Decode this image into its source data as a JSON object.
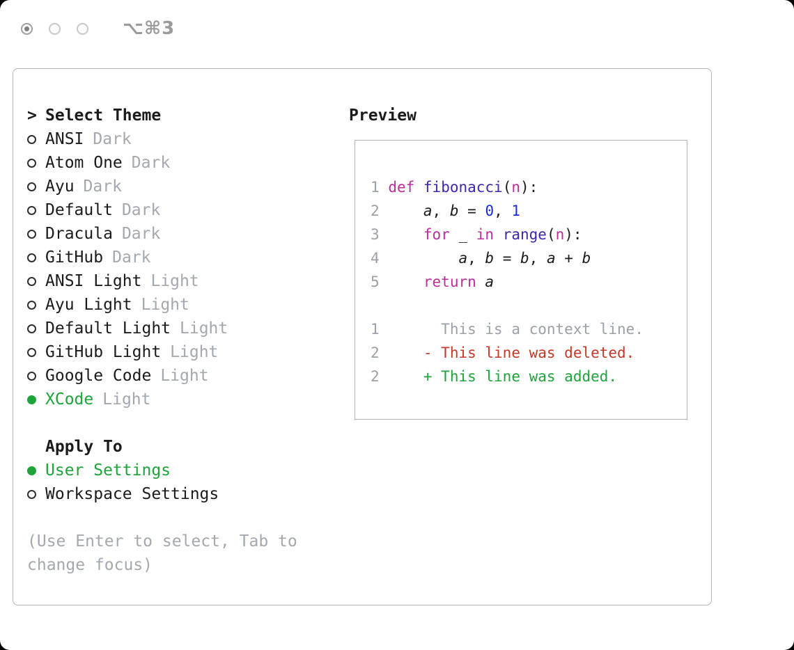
{
  "window": {
    "shortcut": "⌥⌘3"
  },
  "theme_picker": {
    "prompt": ">",
    "title": "Select Theme",
    "items": [
      {
        "name": "ANSI",
        "variant": "Dark",
        "selected": false
      },
      {
        "name": "Atom One",
        "variant": "Dark",
        "selected": false
      },
      {
        "name": "Ayu",
        "variant": "Dark",
        "selected": false
      },
      {
        "name": "Default",
        "variant": "Dark",
        "selected": false
      },
      {
        "name": "Dracula",
        "variant": "Dark",
        "selected": false
      },
      {
        "name": "GitHub",
        "variant": "Dark",
        "selected": false
      },
      {
        "name": "ANSI Light",
        "variant": "Light",
        "selected": false
      },
      {
        "name": "Ayu Light",
        "variant": "Light",
        "selected": false
      },
      {
        "name": "Default Light",
        "variant": "Light",
        "selected": false
      },
      {
        "name": "GitHub Light",
        "variant": "Light",
        "selected": false
      },
      {
        "name": "Google Code",
        "variant": "Light",
        "selected": false
      },
      {
        "name": "XCode",
        "variant": "Light",
        "selected": true
      }
    ]
  },
  "apply_to": {
    "title": "Apply To",
    "options": [
      {
        "label": "User Settings",
        "selected": true
      },
      {
        "label": "Workspace Settings",
        "selected": false
      }
    ]
  },
  "hint_lines": [
    "(Use Enter to select, Tab to",
    "change focus)"
  ],
  "preview": {
    "title": "Preview",
    "code_lines": [
      {
        "num": "1",
        "tokens": [
          [
            "def",
            "kw"
          ],
          [
            " ",
            "pl"
          ],
          [
            "fibonacci",
            "fn"
          ],
          [
            "(",
            "pl"
          ],
          [
            "n",
            "kw"
          ],
          [
            "):",
            "pl"
          ]
        ]
      },
      {
        "num": "2",
        "tokens": [
          [
            "    ",
            "pl"
          ],
          [
            "a",
            "var"
          ],
          [
            ", ",
            "pl"
          ],
          [
            "b",
            "var"
          ],
          [
            " = ",
            "pl"
          ],
          [
            "0",
            "num"
          ],
          [
            ", ",
            "pl"
          ],
          [
            "1",
            "num"
          ]
        ]
      },
      {
        "num": "3",
        "tokens": [
          [
            "    ",
            "pl"
          ],
          [
            "for",
            "kw"
          ],
          [
            " _ ",
            "pl"
          ],
          [
            "in",
            "kw"
          ],
          [
            " ",
            "pl"
          ],
          [
            "range",
            "fn"
          ],
          [
            "(",
            "pl"
          ],
          [
            "n",
            "kw"
          ],
          [
            "):",
            "pl"
          ]
        ]
      },
      {
        "num": "4",
        "tokens": [
          [
            "        ",
            "pl"
          ],
          [
            "a",
            "var"
          ],
          [
            ", ",
            "pl"
          ],
          [
            "b",
            "var"
          ],
          [
            " = ",
            "pl"
          ],
          [
            "b",
            "var"
          ],
          [
            ", ",
            "pl"
          ],
          [
            "a",
            "var"
          ],
          [
            " + ",
            "pl"
          ],
          [
            "b",
            "var"
          ]
        ]
      },
      {
        "num": "5",
        "tokens": [
          [
            "    ",
            "pl"
          ],
          [
            "return",
            "kw"
          ],
          [
            " ",
            "pl"
          ],
          [
            "a",
            "var"
          ]
        ]
      }
    ],
    "diff_lines": [
      {
        "num": "1",
        "kind": "context",
        "text": "      This is a context line."
      },
      {
        "num": "2",
        "kind": "deleted",
        "text": "    - This line was deleted."
      },
      {
        "num": "2",
        "kind": "added",
        "text": "    + This line was added."
      }
    ]
  },
  "colors": {
    "text": "#1b1b1d",
    "border": "#aeb5bc",
    "muted": "#a3a9af",
    "line_number": "#9ba1a8",
    "selected_green": "#1fa43c",
    "keyword": "#bd2d9d",
    "function": "#4326ad",
    "number": "#1b2cd5",
    "diff_context": "#9ba1a8",
    "diff_deleted": "#c43a2a",
    "diff_added": "#1fa43c"
  }
}
